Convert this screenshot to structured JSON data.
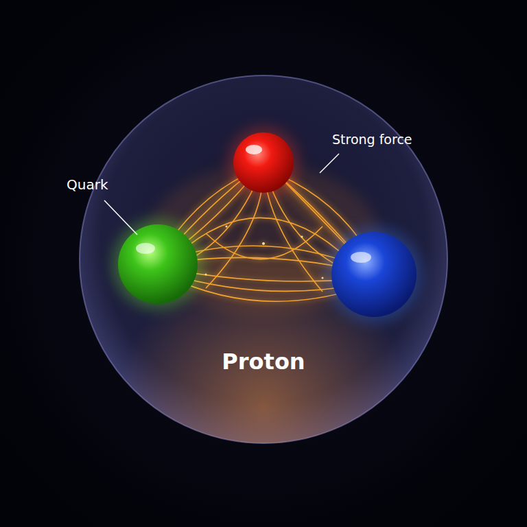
{
  "diagram": {
    "nodes": [
      {
        "text": [
          "Proton"
        ]
      }
    ],
    "labels": [
      "Quark",
      "Strong force"
    ]
  }
}
